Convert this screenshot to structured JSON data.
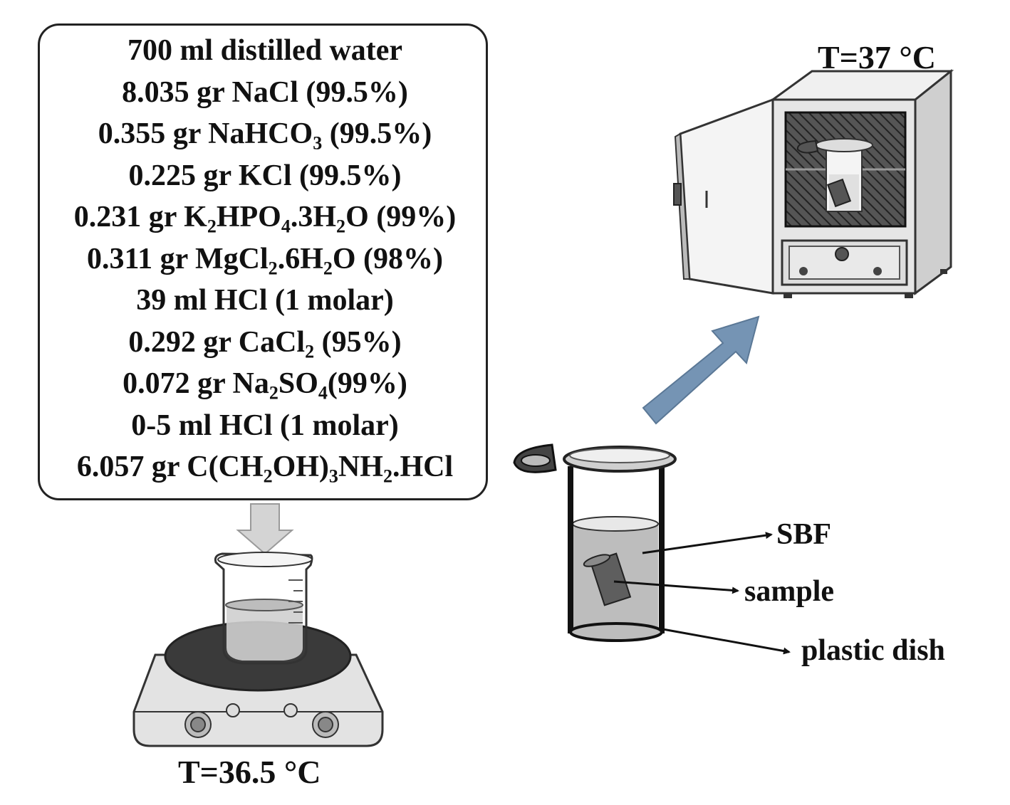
{
  "recipe": {
    "lines": [
      [
        {
          "t": "700 ml distilled water"
        }
      ],
      [
        {
          "t": "8.035 gr NaCl (99.5%)"
        }
      ],
      [
        {
          "t": "0.355 gr NaHCO"
        },
        {
          "t": "3",
          "sub": true
        },
        {
          "t": " (99.5%)"
        }
      ],
      [
        {
          "t": "0.225 gr KCl (99.5%)"
        }
      ],
      [
        {
          "t": "0.231 gr K"
        },
        {
          "t": "2",
          "sub": true
        },
        {
          "t": "HPO"
        },
        {
          "t": "4",
          "sub": true
        },
        {
          "t": ".3H"
        },
        {
          "t": "2",
          "sub": true
        },
        {
          "t": "O (99%)"
        }
      ],
      [
        {
          "t": "0.311 gr MgCl"
        },
        {
          "t": "2",
          "sub": true
        },
        {
          "t": ".6H"
        },
        {
          "t": "2",
          "sub": true
        },
        {
          "t": "O (98%)"
        }
      ],
      [
        {
          "t": "39 ml HCl (1 molar)"
        }
      ],
      [
        {
          "t": "0.292 gr CaCl"
        },
        {
          "t": "2",
          "sub": true
        },
        {
          "t": " (95%)"
        }
      ],
      [
        {
          "t": "0.072 gr Na"
        },
        {
          "t": "2",
          "sub": true
        },
        {
          "t": "SO"
        },
        {
          "t": "4",
          "sub": true
        },
        {
          "t": "(99%)"
        }
      ],
      [
        {
          "t": "0-5 ml HCl (1 molar)"
        }
      ],
      [
        {
          "t": "6.057 gr C(CH"
        },
        {
          "t": "2",
          "sub": true
        },
        {
          "t": "OH)"
        },
        {
          "t": "3",
          "sub": true
        },
        {
          "t": "NH"
        },
        {
          "t": "2",
          "sub": true
        },
        {
          "t": ".HCl"
        }
      ]
    ]
  },
  "labels": {
    "incubator_temp": "T=37 °C",
    "hotplate_temp": "T=36.5 °C",
    "sbf": "SBF",
    "sample": "sample",
    "plastic_dish": "plastic dish"
  },
  "colors": {
    "big_arrow": "#7594b4",
    "down_arrow": "#d4d4d4",
    "hotplate_top": "#3a3a3a",
    "incubator_body": "#e6e6e6"
  }
}
